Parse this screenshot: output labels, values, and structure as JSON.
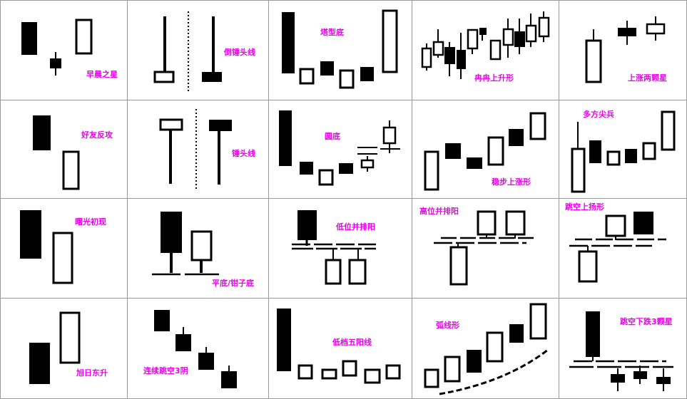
{
  "colors": {
    "label": "#ee00ee",
    "ink": "#000000",
    "paper": "#ffffff",
    "grid": "#9a9a9a"
  },
  "patterns": [
    {
      "id": "morning-star",
      "label": "早晨之星"
    },
    {
      "id": "inverted-hammer",
      "label": "倒锤头线"
    },
    {
      "id": "tower-bottom",
      "label": "塔型底"
    },
    {
      "id": "rising-steadily",
      "label": "冉冉上升形"
    },
    {
      "id": "rising-two-stars",
      "label": "上涨两颗星"
    },
    {
      "id": "friendly-counterattack",
      "label": "好友反攻"
    },
    {
      "id": "hammer",
      "label": "锤头线"
    },
    {
      "id": "round-bottom",
      "label": "圆底"
    },
    {
      "id": "steady-rise",
      "label": "稳步上涨形"
    },
    {
      "id": "three-soldiers",
      "label": "多方尖兵"
    },
    {
      "id": "first-light",
      "label": "曙光初现"
    },
    {
      "id": "flat-bottom",
      "label": "平底/钳子底"
    },
    {
      "id": "low-side-by-side-yang",
      "label": "低位并排阳"
    },
    {
      "id": "high-side-by-side-yang",
      "label": "高位并排阳"
    },
    {
      "id": "gap-up-raise",
      "label": "跳空上扬形"
    },
    {
      "id": "rising-sun",
      "label": "旭日东升"
    },
    {
      "id": "three-gap-yin",
      "label": "连续跳空3阴"
    },
    {
      "id": "low-five-yang",
      "label": "低档五阳线"
    },
    {
      "id": "arc-shape",
      "label": "弧线形"
    },
    {
      "id": "gap-down-three-stars",
      "label": "跳空下跌3颗星"
    }
  ]
}
